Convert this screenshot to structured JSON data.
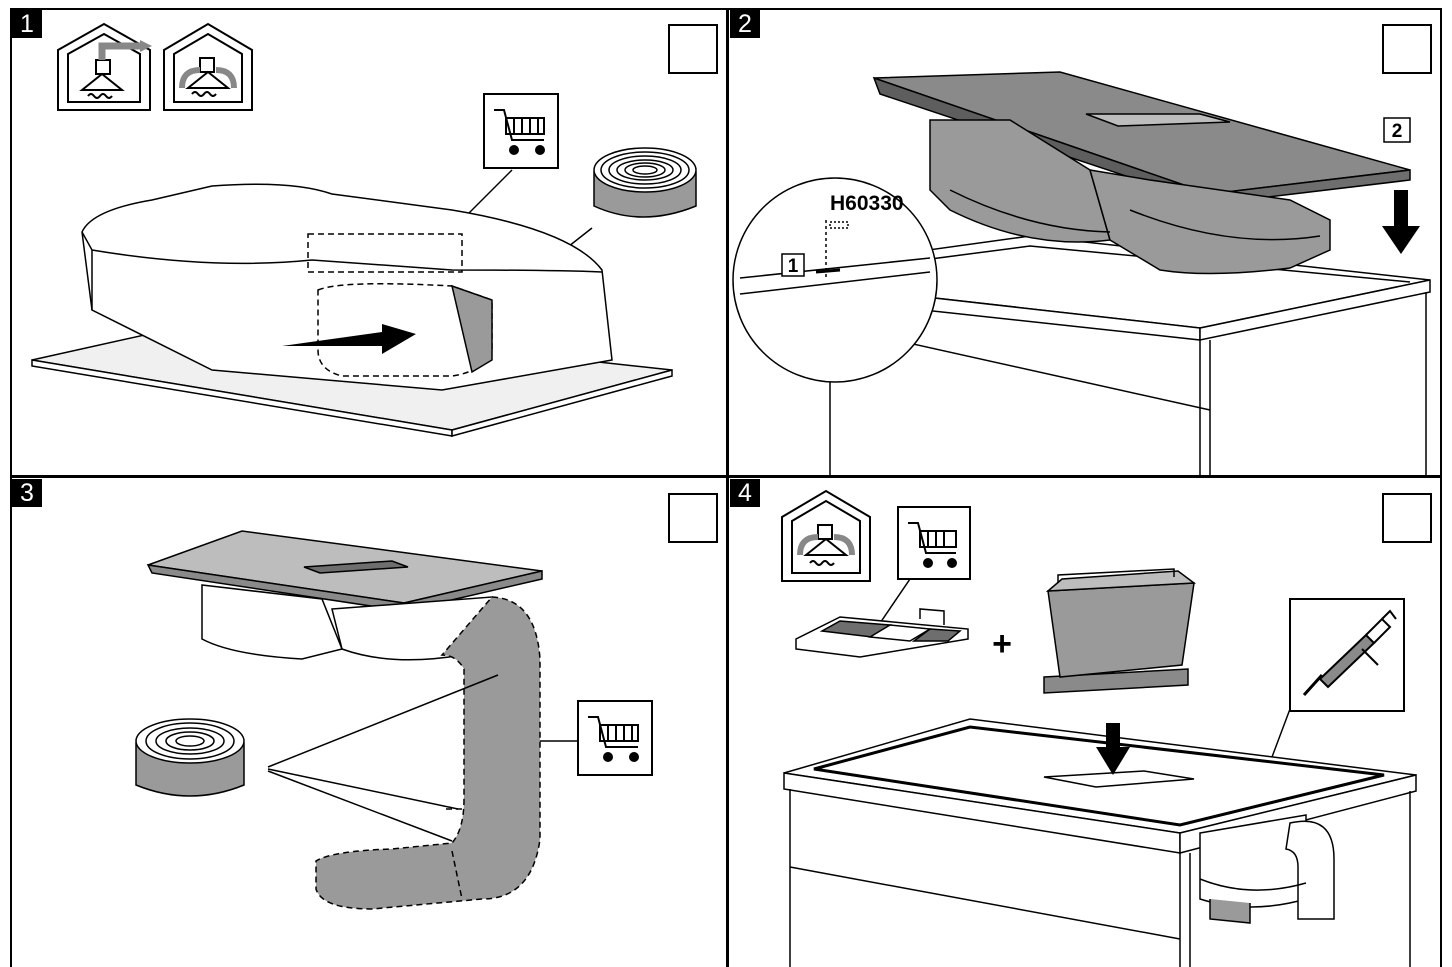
{
  "steps": [
    {
      "number": "1"
    },
    {
      "number": "2",
      "model_label": "H60330",
      "callout_1": "1",
      "callout_2": "2"
    },
    {
      "number": "3"
    },
    {
      "number": "4",
      "plus_sign": "+"
    }
  ],
  "icons": {
    "exhaust_air": "house-exhaust-air-icon",
    "recirculation": "house-recirculation-icon",
    "shopping_cart": "shopping-cart-icon",
    "caulking_gun": "caulking-gun-icon",
    "check": "checkbox"
  },
  "colors": {
    "line": "#000000",
    "fill_gray": "#9a9a9a",
    "fill_light": "#f0f0f0",
    "fill_dark": "#6e6e6e"
  }
}
